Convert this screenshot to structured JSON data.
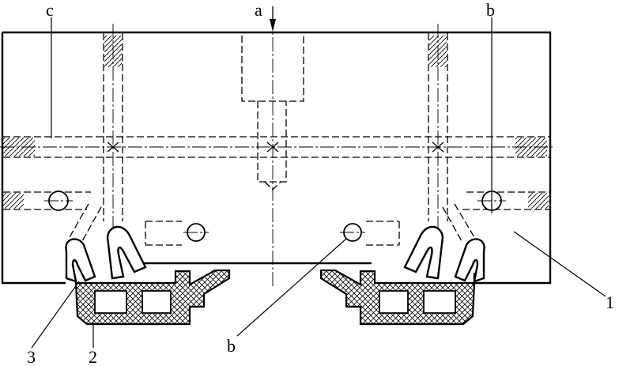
{
  "labels": {
    "a": "a",
    "b_top": "b",
    "c": "c",
    "b_bottom": "b",
    "n1": "1",
    "n2": "2",
    "n3": "3"
  },
  "colors": {
    "ink": "#000000",
    "background": "#ffffff"
  }
}
